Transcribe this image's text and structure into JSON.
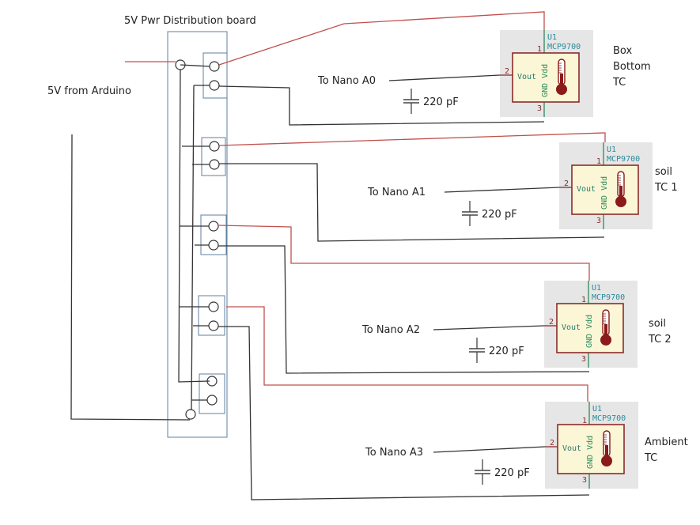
{
  "title": "5V Pwr Distribution board",
  "source_label": "5V  from Arduino",
  "colors": {
    "power_wire": "#c0504d",
    "signal_wire": "#333333",
    "board_outline": "#5f7f9f",
    "sensor_bg": "#e6e6e6",
    "sensor_body": "#fbf6d6",
    "sensor_border": "#8b2b2b",
    "thermometer": "#8b1a1a",
    "ground_pin": "#2c8a5a"
  },
  "sensors": [
    {
      "ref": "U1",
      "part": "MCP9700",
      "pin1": "1",
      "pin2": "2",
      "pin3": "3",
      "vout_label": "Vout",
      "gnd_vdd_label": "GND Vdd",
      "name_lines": [
        "Box",
        "Bottom",
        "TC"
      ],
      "nano_label": "To Nano A0",
      "cap_label": "220 pF"
    },
    {
      "ref": "U1",
      "part": "MCP9700",
      "pin1": "1",
      "pin2": "2",
      "pin3": "3",
      "vout_label": "Vout",
      "gnd_vdd_label": "GND Vdd",
      "name_lines": [
        "soil",
        "TC 1"
      ],
      "nano_label": "To Nano A1",
      "cap_label": "220 pF"
    },
    {
      "ref": "U1",
      "part": "MCP9700",
      "pin1": "1",
      "pin2": "2",
      "pin3": "3",
      "vout_label": "Vout",
      "gnd_vdd_label": "GND Vdd",
      "name_lines": [
        "soil",
        "TC 2"
      ],
      "nano_label": "To Nano A2",
      "cap_label": "220 pF"
    },
    {
      "ref": "U1",
      "part": "MCP9700",
      "pin1": "1",
      "pin2": "2",
      "pin3": "3",
      "vout_label": "Vout",
      "gnd_vdd_label": "GND Vdd",
      "name_lines": [
        "Ambient",
        "TC"
      ],
      "nano_label": "To Nano A3",
      "cap_label": "220 pF"
    }
  ]
}
